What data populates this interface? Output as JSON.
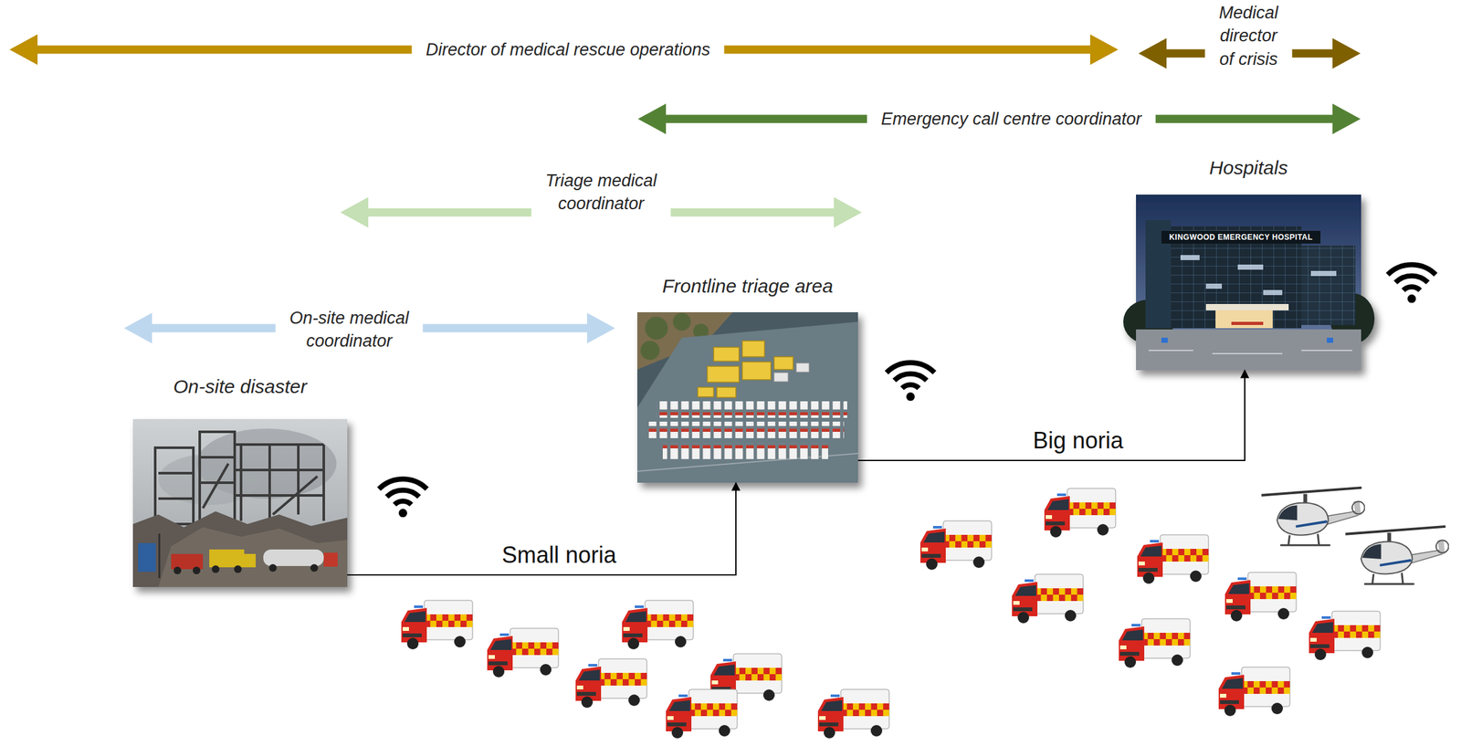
{
  "diagram": {
    "nodes": [
      {
        "text": [
          "On-site disaster"
        ]
      },
      {
        "text": [
          "Frontline triage area"
        ]
      },
      {
        "text": [
          "Hospitals"
        ]
      }
    ],
    "edges": [
      {
        "from": 0,
        "to": 1,
        "label": "Small noria",
        "arrow": "to"
      },
      {
        "from": 1,
        "to": 2,
        "label": "Big noria",
        "arrow": "to"
      }
    ],
    "labels": [
      "Director of medical rescue operations",
      "Medical director of crisis",
      "Emergency call centre coordinator",
      "Triage medical coordinator",
      "On-site medical coordinator",
      "KINGWOOD EMERGENCY HOSPITAL"
    ]
  }
}
